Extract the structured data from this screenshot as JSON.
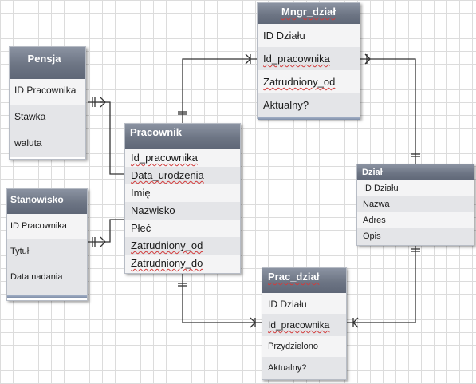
{
  "entities": {
    "pensja": {
      "title": "Pensja",
      "fields": [
        "ID Pracownika",
        "Stawka",
        "waluta"
      ]
    },
    "stanowisko": {
      "title": "Stanowisko",
      "fields": [
        "ID Pracownika",
        "Tytuł",
        "Data nadania"
      ]
    },
    "pracownik": {
      "title": "Pracownik",
      "fields": [
        "Id_pracownika",
        "Data_urodzenia",
        "Imię",
        "Nazwisko",
        "Płeć",
        "Zatrudniony_od",
        "Zatrudniony_do"
      ]
    },
    "mngr": {
      "title": "Mngr_dział",
      "fields": [
        "ID Działu",
        "Id_pracownika",
        "Zatrudniony_od",
        "Aktualny?"
      ]
    },
    "dzial": {
      "title": "Dział",
      "fields": [
        "ID Działu",
        "Nazwa",
        "Adres",
        "Opis"
      ]
    },
    "prac": {
      "title": "Prac_dział",
      "fields": [
        "ID Działu",
        "Id_pracownika",
        "Przydzielono",
        "Aktualny?"
      ]
    }
  },
  "colors": {
    "header": "#6d7584",
    "row_alt": "#e4e5e8",
    "connector": "#333333",
    "spellcheck": "#d23b3b"
  }
}
